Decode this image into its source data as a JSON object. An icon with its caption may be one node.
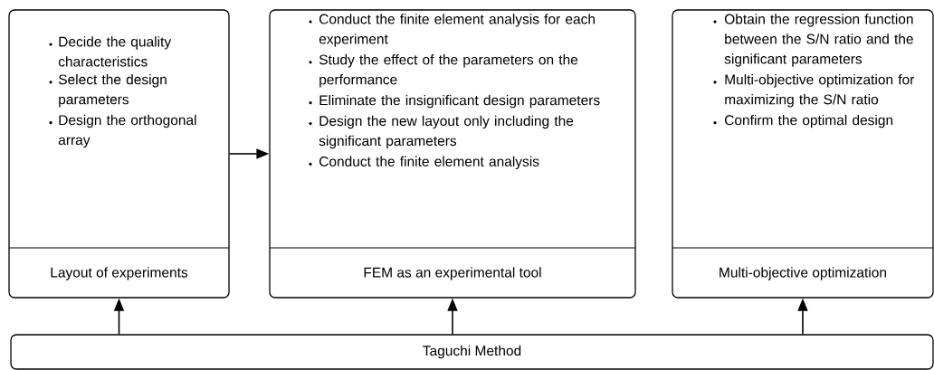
{
  "diagram": {
    "nodes": [
      {
        "text": [
          "Decide the quality characteristics",
          "Select the design parameters",
          "Design the orthogonal array",
          "Layout of experiments"
        ]
      },
      {
        "text": [
          "Conduct the finite element analysis for each experiment",
          "Study the effect of the parameters on the performance",
          "Eliminate the insignificant design parameters",
          "Design the new layout only including the significant parameters",
          "Conduct the finite element analysis",
          "FEM as an experimental tool"
        ]
      },
      {
        "text": [
          "Obtain the regression function between the S/N ratio and the significant parameters",
          "Multi-objective optimization for maximizing the S/N ratio",
          "Confirm the optimal design",
          "Multi-objective optimization"
        ]
      },
      {
        "text": [
          "Taguchi Method"
        ]
      }
    ],
    "edges": [
      {
        "from": 0,
        "to": 1,
        "arrow": "to"
      },
      {
        "from": 3,
        "to": 0,
        "arrow": "to"
      },
      {
        "from": 3,
        "to": 1,
        "arrow": "to"
      },
      {
        "from": 3,
        "to": 2,
        "arrow": "to"
      }
    ]
  }
}
